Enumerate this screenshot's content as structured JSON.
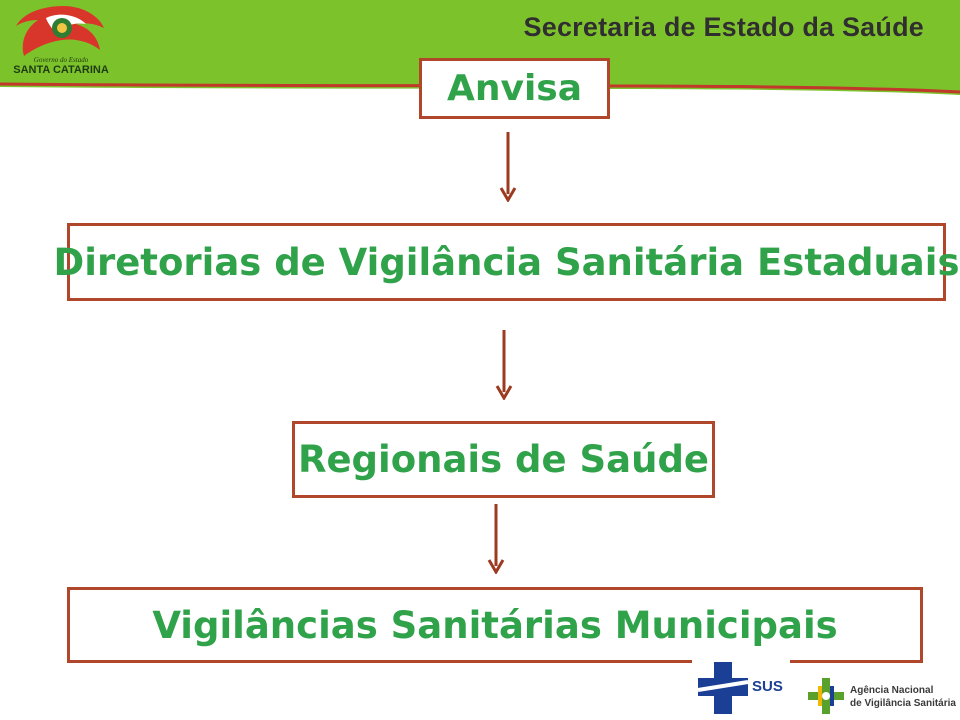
{
  "header": {
    "title": "Secretaria de Estado da Saúde",
    "logo_small_text": "Governo do Estado",
    "logo_name": "SANTA CATARINA",
    "colors": {
      "band": "#7cc22a",
      "band_light": "#9fd63a",
      "accent": "#c0392b"
    }
  },
  "flow": {
    "boxes": [
      {
        "label": "Anvisa"
      },
      {
        "label": "Diretorias de Vigilância Sanitária Estaduais"
      },
      {
        "label": "Regionais de Saúde"
      },
      {
        "label": "Vigilâncias Sanitárias  Municipais"
      }
    ],
    "colors": {
      "border": "#b0462a",
      "text": "#2fa24a",
      "arrow": "#9c3b1f"
    }
  },
  "footer": {
    "sus_label": "SUS",
    "anvisa_line1": "Agência Nacional",
    "anvisa_line2": "de Vigilância Sanitária"
  }
}
